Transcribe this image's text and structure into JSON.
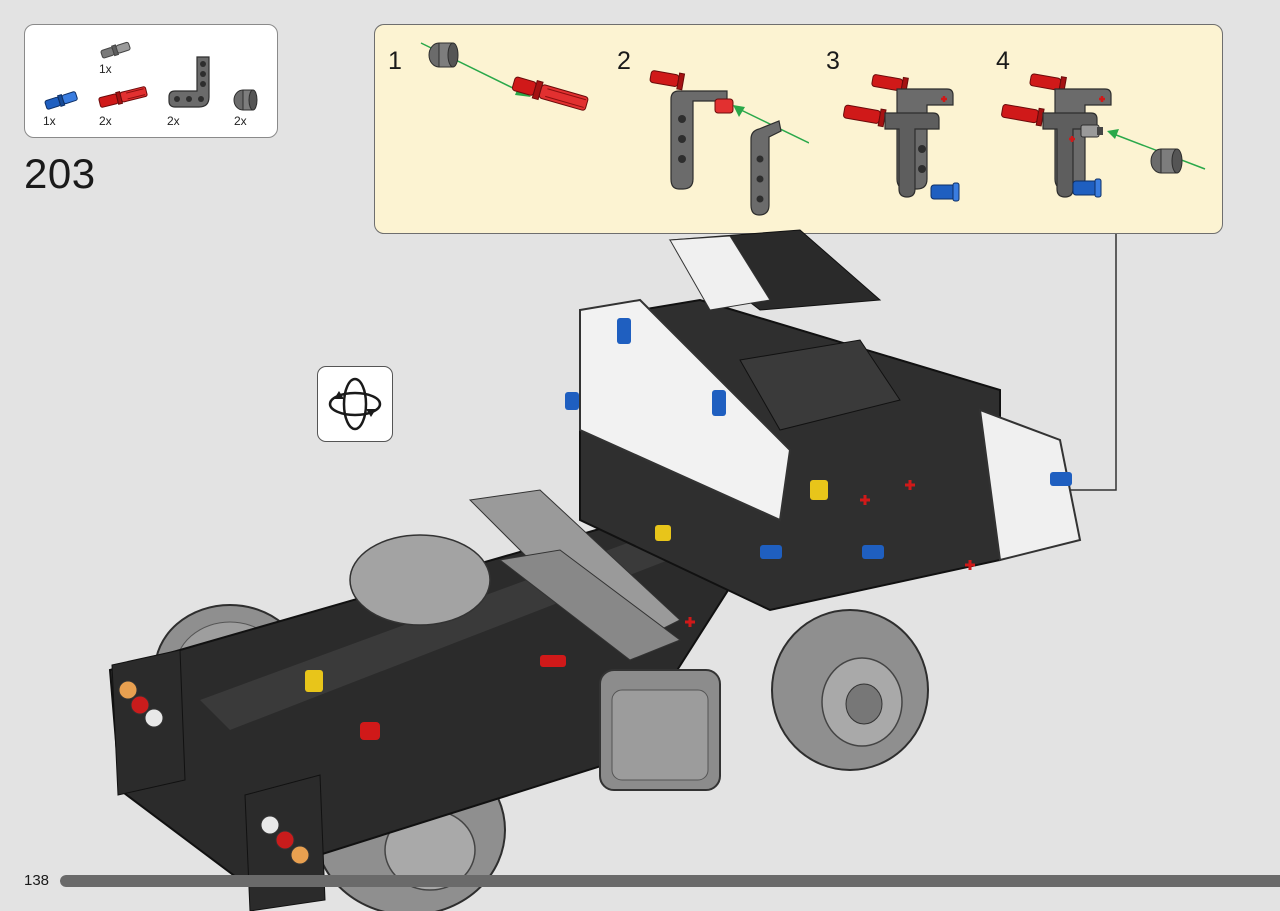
{
  "parts_list": {
    "items": [
      {
        "name": "grey-axle-pin",
        "qty": "1x"
      },
      {
        "name": "blue-axle-pin",
        "qty": "1x"
      },
      {
        "name": "red-axle-pin",
        "qty": "2x"
      },
      {
        "name": "grey-angle-beam",
        "qty": "2x"
      },
      {
        "name": "grey-bush",
        "qty": "2x"
      }
    ]
  },
  "step": {
    "number": "203"
  },
  "substeps": [
    {
      "label": "1"
    },
    {
      "label": "2"
    },
    {
      "label": "3"
    },
    {
      "label": "4"
    }
  ],
  "rotate": {
    "icon": "rotate-model-icon"
  },
  "footer": {
    "page_number": "138",
    "progress": 1.0
  },
  "colors": {
    "substep_background": "#fcf3d2",
    "page_background": "#e3e3e3",
    "progress_bar": "#6a6a6a",
    "part_red": "#d01919",
    "part_blue": "#1f5fc0",
    "part_grey": "#6b6b6b",
    "arrow_green": "#2aa84a"
  }
}
